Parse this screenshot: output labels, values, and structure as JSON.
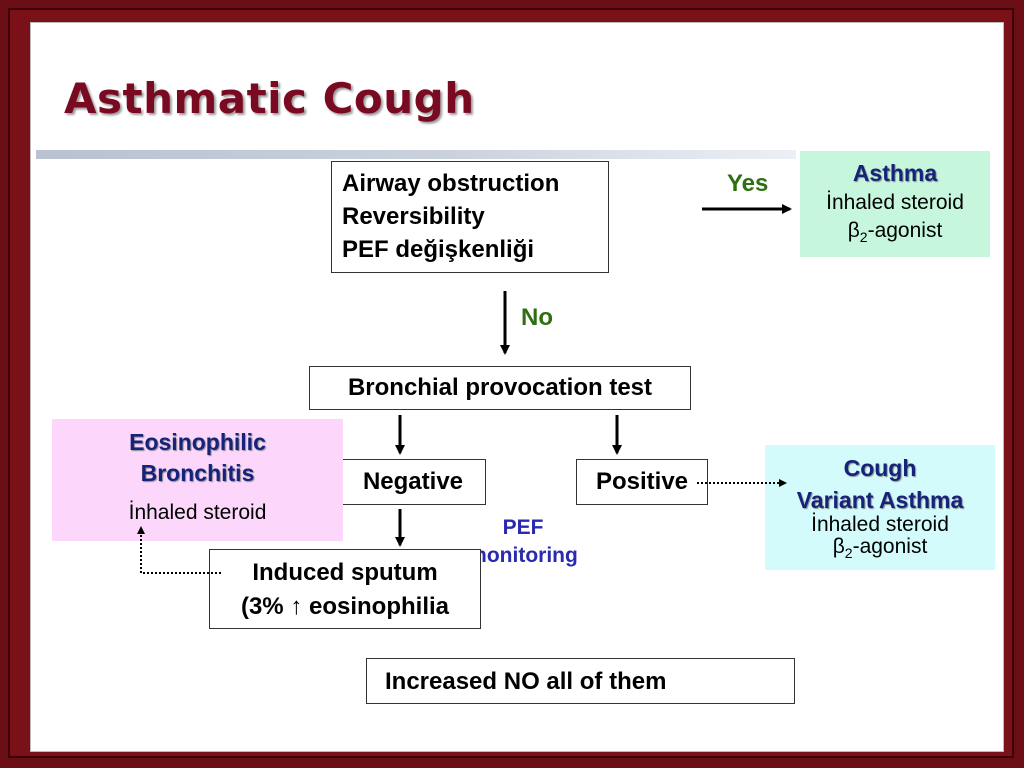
{
  "title": "Asthmatic Cough",
  "diagnosis_box": {
    "line1": "Airway obstruction",
    "line2": "Reversibility",
    "line3": "PEF değişkenliği"
  },
  "yes_label": "Yes",
  "no_label": "No",
  "asthma_box": {
    "heading": "Asthma",
    "line1": "İnhaled steroid",
    "line2_prefix": "β",
    "line2_sub": "2",
    "line2_suffix": "-agonist"
  },
  "provocation_box": {
    "label": "Bronchial provocation test"
  },
  "negative_box": {
    "label": "Negative"
  },
  "positive_box": {
    "label": "Positive"
  },
  "eosinophilic_box": {
    "heading_line1": "Eosinophilic",
    "heading_line2": "Bronchitis",
    "line1": "İnhaled steroid"
  },
  "cough_variant_box": {
    "heading_line1": "Cough",
    "heading_line2": "Variant Asthma",
    "line1": "İnhaled steroid",
    "line2_prefix": "β",
    "line2_sub": "2",
    "line2_suffix": "-agonist"
  },
  "pef_monitoring": {
    "line1": "PEF",
    "line2": "monitoring"
  },
  "sputum_box": {
    "line1": "Induced sputum",
    "line2_prefix": "(3%",
    "line2_arrow": "↑",
    "line2_suffix": "eosinophilia"
  },
  "no_box": {
    "label": "Increased NO all of them"
  },
  "colors": {
    "title": "#7a0a22",
    "frame": "#6b0d14",
    "asthma_bg": "#c6f7dc",
    "eosinophilic_bg": "#fcd7fb",
    "cough_variant_bg": "#d3fbfb",
    "heading_text": "#16237a",
    "yes_no_text": "#2e7010",
    "pef_text": "#2a2ab0"
  }
}
